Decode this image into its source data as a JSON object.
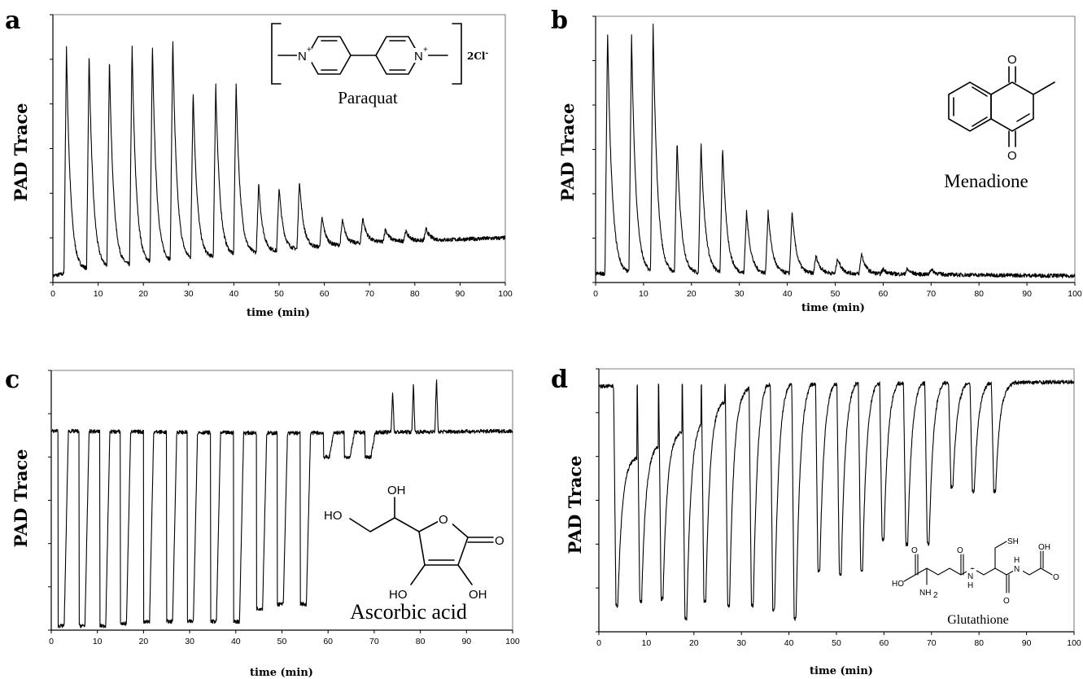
{
  "chart_data": [
    {
      "panel": "a",
      "type": "line",
      "ylabel": "PAD Trace",
      "xlabel": "time (min)",
      "xlim": [
        0,
        100
      ],
      "xticks": [
        0,
        10,
        20,
        30,
        40,
        50,
        60,
        70,
        80,
        90,
        100
      ],
      "ylim": [
        0,
        6
      ],
      "baseline": [
        [
          0,
          0.15
        ],
        [
          8,
          0.3
        ],
        [
          20,
          0.4
        ],
        [
          30,
          0.5
        ],
        [
          50,
          0.7
        ],
        [
          70,
          0.9
        ],
        [
          100,
          1.0
        ]
      ],
      "peaks": [
        [
          3,
          5.3
        ],
        [
          8,
          5.15
        ],
        [
          12.5,
          5.0
        ],
        [
          17.5,
          5.35
        ],
        [
          22,
          5.3
        ],
        [
          26.5,
          5.45
        ],
        [
          31,
          4.3
        ],
        [
          36,
          4.45
        ],
        [
          40.5,
          4.45
        ],
        [
          45.5,
          2.2
        ],
        [
          50,
          2.15
        ],
        [
          54.5,
          2.3
        ],
        [
          59.5,
          1.45
        ],
        [
          64,
          1.4
        ],
        [
          68.5,
          1.45
        ],
        [
          73.5,
          1.2
        ],
        [
          78,
          1.15
        ],
        [
          82.5,
          1.2
        ]
      ],
      "molecule": {
        "name": "Paraquat",
        "counterion": "2Cl⁻"
      }
    },
    {
      "panel": "b",
      "type": "line",
      "ylabel": "PAD Trace",
      "xlabel": "time (min)",
      "xlim": [
        0,
        100
      ],
      "xticks": [
        0,
        10,
        20,
        30,
        40,
        50,
        60,
        70,
        80,
        90,
        100
      ],
      "ylim": [
        0,
        6
      ],
      "baseline": [
        [
          0,
          0.2
        ],
        [
          50,
          0.2
        ],
        [
          100,
          0.15
        ]
      ],
      "peaks": [
        [
          2.5,
          5.7
        ],
        [
          7.5,
          5.55
        ],
        [
          12,
          5.75
        ],
        [
          17,
          3.15
        ],
        [
          22,
          3.15
        ],
        [
          26.5,
          3.05
        ],
        [
          31.5,
          1.6
        ],
        [
          36,
          1.6
        ],
        [
          41,
          1.6
        ],
        [
          46,
          0.6
        ],
        [
          50.5,
          0.55
        ],
        [
          55.5,
          0.65
        ],
        [
          60,
          0.3
        ],
        [
          65,
          0.3
        ],
        [
          70,
          0.3
        ]
      ],
      "molecule": {
        "name": "Menadione"
      }
    },
    {
      "panel": "c",
      "type": "line",
      "ylabel": "PAD Trace",
      "xlabel": "time (min)",
      "xlim": [
        0,
        100
      ],
      "xticks": [
        0,
        10,
        20,
        30,
        40,
        50,
        60,
        70,
        80,
        90,
        100
      ],
      "ylim": [
        0,
        6
      ],
      "baseline": [
        [
          0,
          4.6
        ],
        [
          50,
          4.55
        ],
        [
          100,
          4.6
        ]
      ],
      "dips": [
        [
          2.5,
          0.1
        ],
        [
          7,
          0.1
        ],
        [
          11.5,
          0.1
        ],
        [
          16,
          0.15
        ],
        [
          21,
          0.2
        ],
        [
          26,
          0.2
        ],
        [
          30.5,
          0.2
        ],
        [
          35.5,
          0.2
        ],
        [
          40.5,
          0.2
        ],
        [
          45.5,
          0.5
        ],
        [
          50,
          0.6
        ],
        [
          55,
          0.6
        ],
        [
          60,
          4.0
        ],
        [
          64.5,
          4.0
        ],
        [
          69,
          4.0
        ]
      ],
      "spikes": [
        [
          74,
          5.55
        ],
        [
          78.5,
          5.7
        ],
        [
          83.5,
          5.85
        ]
      ],
      "molecule": {
        "name": "Ascorbic acid"
      }
    },
    {
      "panel": "d",
      "type": "line",
      "ylabel": "PAD Trace",
      "xlabel": "time (min)",
      "xlim": [
        0,
        100
      ],
      "xticks": [
        0,
        10,
        20,
        30,
        40,
        50,
        60,
        70,
        80,
        90,
        100
      ],
      "ylim": [
        0,
        6
      ],
      "baseline": [
        [
          0,
          5.6
        ],
        [
          100,
          5.7
        ]
      ],
      "dips": [
        [
          4,
          0.6
        ],
        [
          9,
          0.7
        ],
        [
          13.5,
          0.75
        ],
        [
          18.5,
          0.3
        ],
        [
          22.5,
          0.7
        ],
        [
          27.5,
          0.6
        ],
        [
          32.5,
          0.6
        ],
        [
          37,
          0.5
        ],
        [
          41.5,
          0.3
        ],
        [
          46.5,
          1.4
        ],
        [
          51,
          1.3
        ],
        [
          55.5,
          1.4
        ],
        [
          60,
          2.1
        ],
        [
          65,
          2.0
        ],
        [
          69.5,
          2.0
        ],
        [
          74.5,
          3.3
        ],
        [
          79,
          3.2
        ],
        [
          83.5,
          3.2
        ]
      ],
      "recovery": [
        [
          4,
          4.0
        ],
        [
          9,
          4.3
        ],
        [
          13.5,
          4.6
        ],
        [
          18.5,
          4.9
        ],
        [
          22.5,
          5.3
        ],
        [
          27.5,
          5.6
        ],
        [
          32.5,
          5.85
        ],
        [
          37,
          5.8
        ],
        [
          41.5,
          5.8
        ],
        [
          46.5,
          5.8
        ],
        [
          51,
          5.8
        ],
        [
          55.5,
          5.8
        ],
        [
          60,
          5.8
        ],
        [
          65,
          5.8
        ],
        [
          69.5,
          5.8
        ],
        [
          74.5,
          5.75
        ],
        [
          79,
          5.75
        ],
        [
          83.5,
          5.7
        ]
      ],
      "molecule": {
        "name": "Glutathione"
      }
    }
  ],
  "panels": {
    "a": {
      "letter": "a",
      "ylabel": "PAD Trace",
      "xlabel": "time (min)",
      "mol_name": "Paraquat",
      "counterion": "2Cl",
      "counterion_sup": "-"
    },
    "b": {
      "letter": "b",
      "ylabel": "PAD Trace",
      "xlabel": "time (min)",
      "mol_name": "Menadione"
    },
    "c": {
      "letter": "c",
      "ylabel": "PAD Trace",
      "xlabel": "time (min)",
      "mol_name": "Ascorbic acid"
    },
    "d": {
      "letter": "d",
      "ylabel": "PAD Trace",
      "xlabel": "time (min)",
      "mol_name": "Glutathione"
    }
  },
  "atoms": {
    "N": "N",
    "plus": "+",
    "O": "O",
    "OH": "OH",
    "HO": "HO",
    "SH": "SH",
    "NH2": "NH",
    "sub2": "2",
    "H": "H"
  }
}
